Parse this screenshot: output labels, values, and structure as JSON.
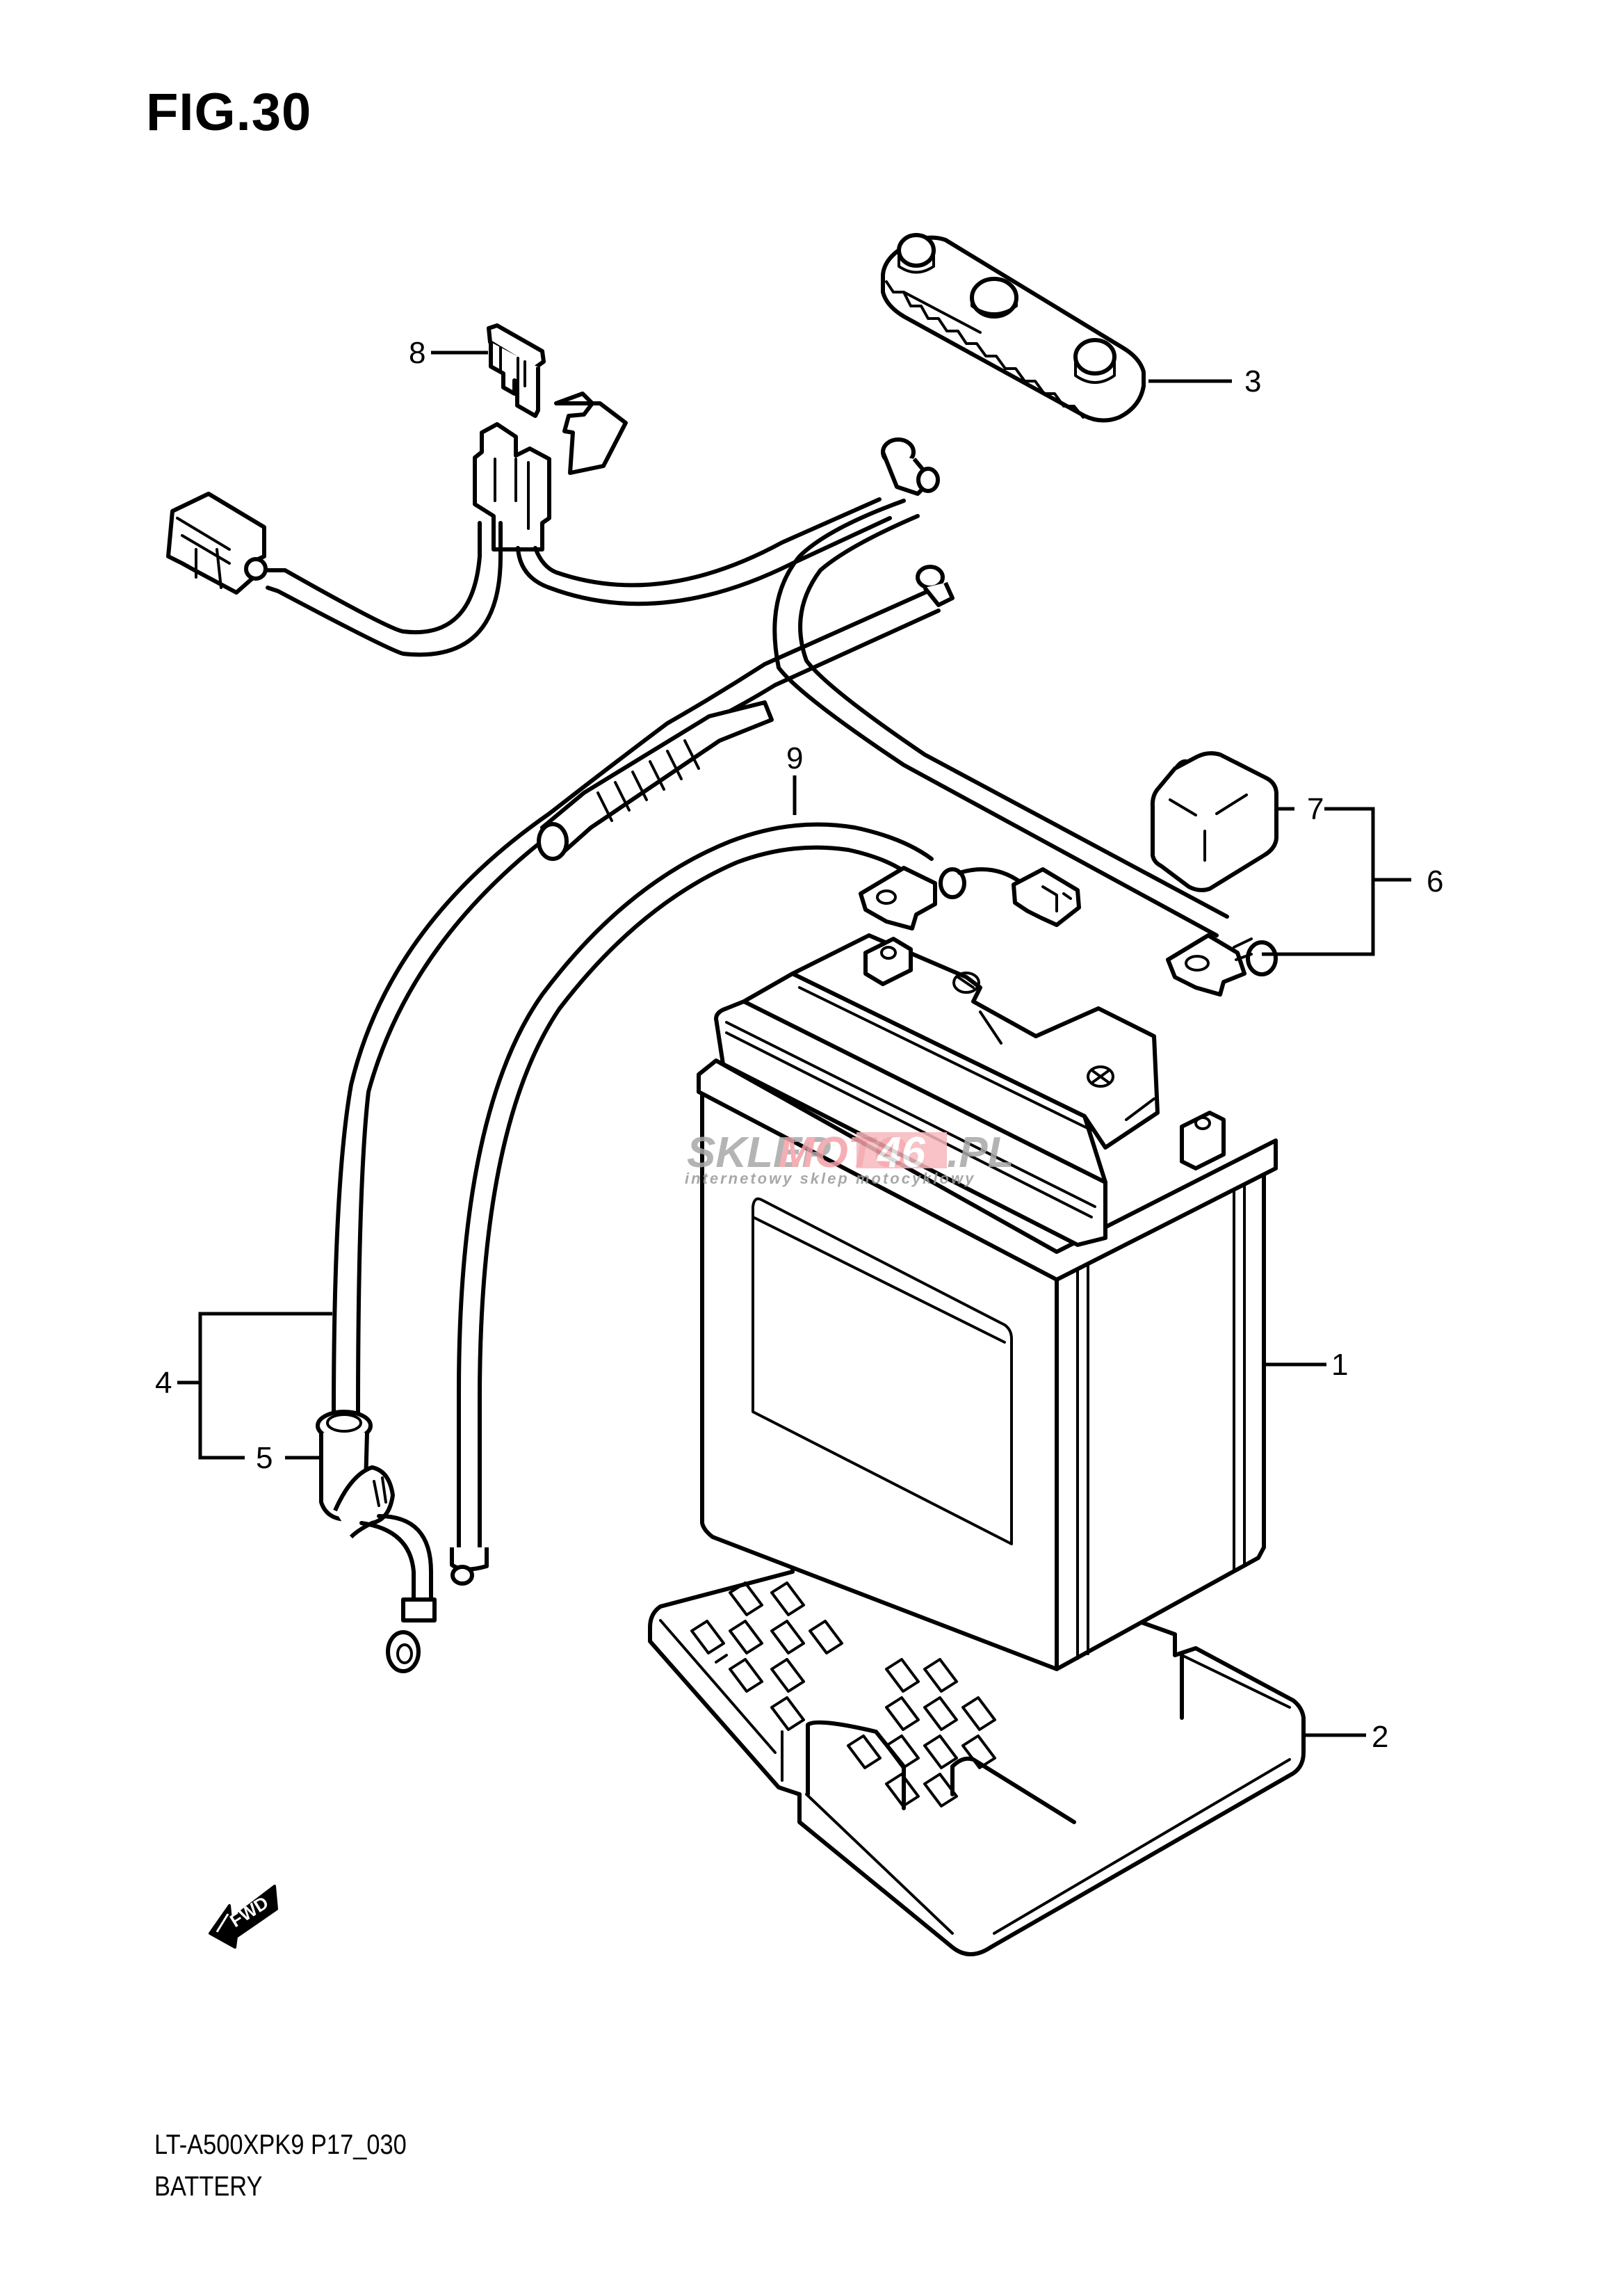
{
  "figure": {
    "title": "FIG.30",
    "model_code": "LT-A500XPK9 P17_030",
    "section_name": "BATTERY"
  },
  "callouts": [
    {
      "number": "1",
      "part": "battery"
    },
    {
      "number": "2",
      "part": "battery-tray"
    },
    {
      "number": "3",
      "part": "terminal-cover-strip"
    },
    {
      "number": "4",
      "part": "negative-cable-assembly"
    },
    {
      "number": "5",
      "part": "cable-boot"
    },
    {
      "number": "6",
      "part": "positive-cable-assembly"
    },
    {
      "number": "7",
      "part": "terminal-cap"
    },
    {
      "number": "8",
      "part": "fuse"
    },
    {
      "number": "9",
      "part": "sub-wire-harness"
    }
  ],
  "direction_indicator": {
    "label": "FWD"
  },
  "watermark": {
    "part1": "SKLEP",
    "part2": "MOTO",
    "part3": "46",
    "part4": ".PL",
    "tagline": "internetowy sklep motocyklowy",
    "colors": {
      "gray": "#a8a8a8",
      "pink": "#f4a0a8",
      "pink_box": "#f7b8be"
    }
  }
}
